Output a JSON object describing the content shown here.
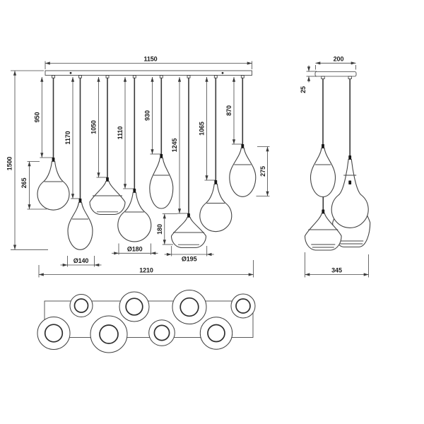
{
  "front_view": {
    "bar_width": "1150",
    "total_height": "1500",
    "total_width": "1210",
    "drop_lengths": [
      "950",
      "1170",
      "1050",
      "1110",
      "930",
      "1245",
      "1065",
      "870"
    ],
    "pendant_heights": {
      "sphere": "265",
      "flat": "180",
      "teardrop": "275"
    },
    "diameters": {
      "teardrop": "Ø140",
      "sphere": "Ø180",
      "flat": "Ø195"
    },
    "pendant_count": 8
  },
  "side_view": {
    "canopy_width": "200",
    "canopy_height": "25",
    "cluster_width": "345",
    "visible_pendants": 4
  },
  "plan_view": {
    "pendant_count": 8,
    "rows": 2
  }
}
